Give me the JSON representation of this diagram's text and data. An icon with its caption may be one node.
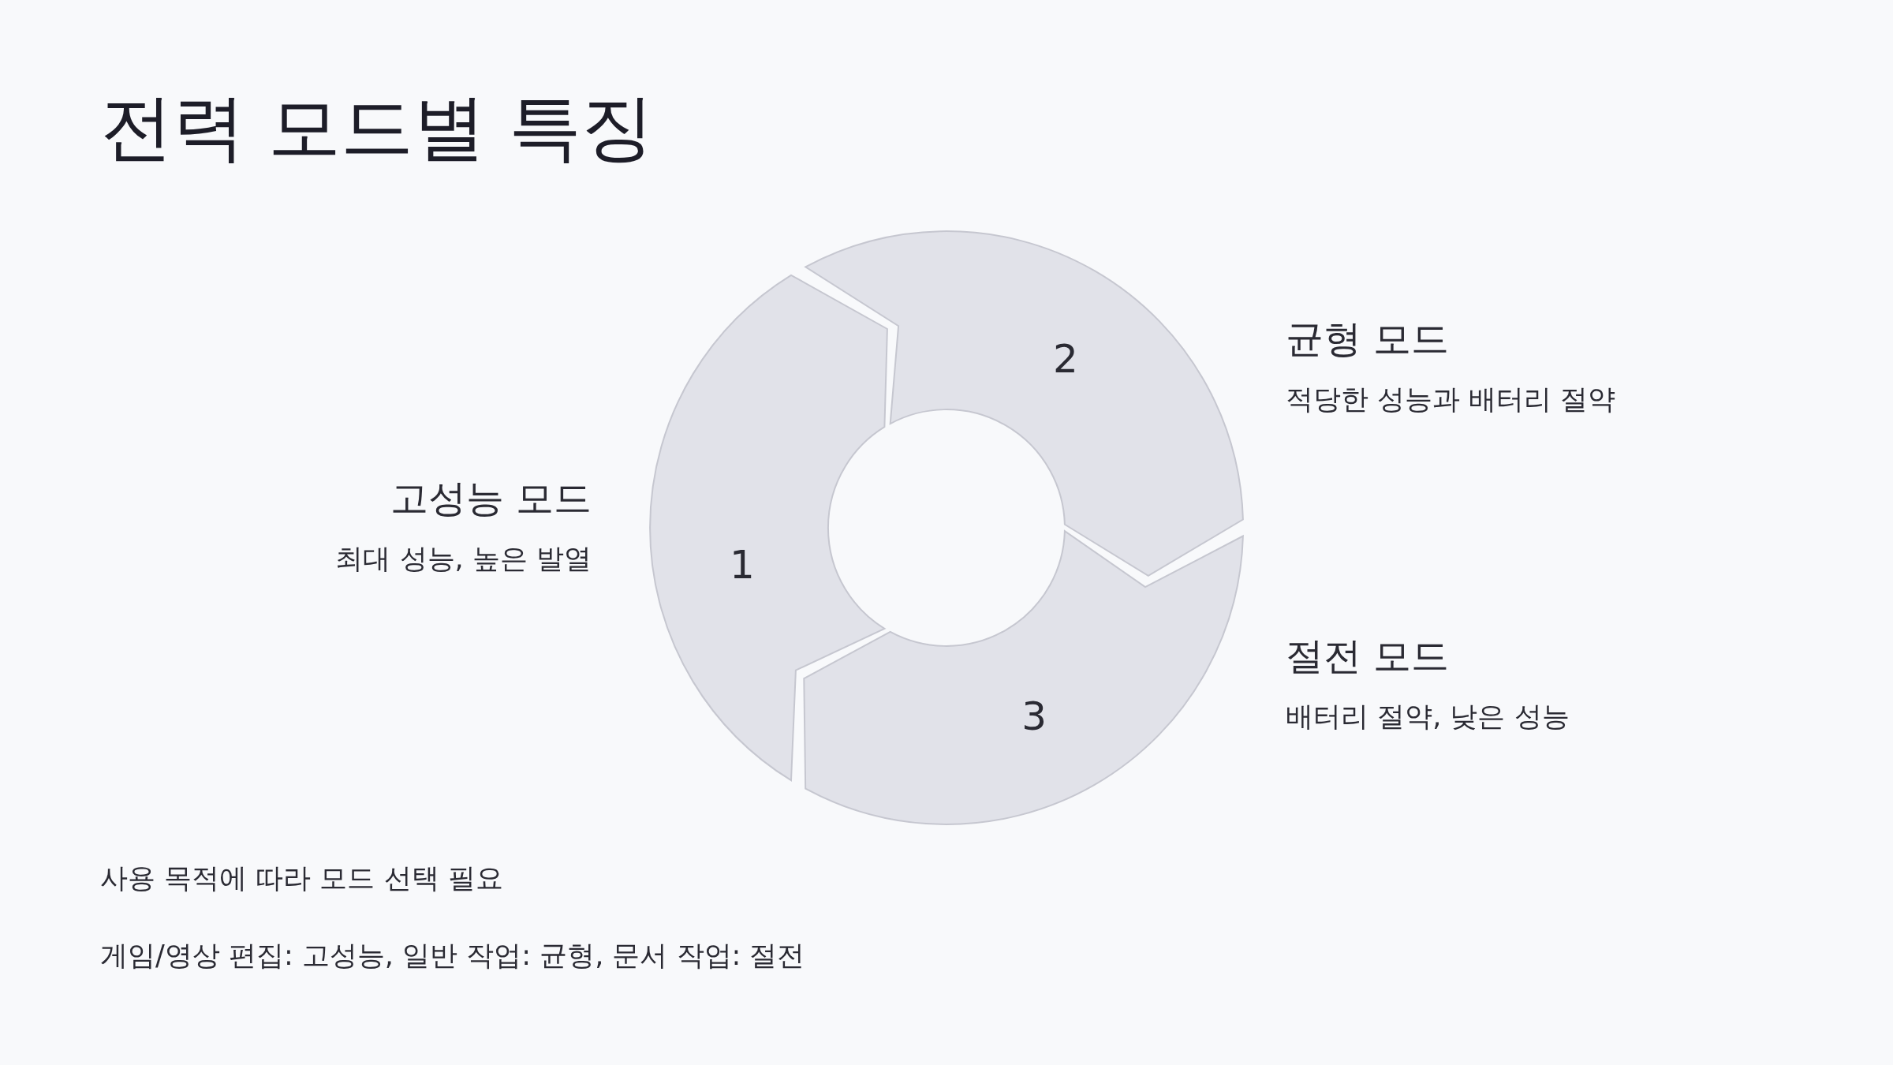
{
  "diagram": {
    "title": "전력 모드별 특징",
    "nodes": [
      {
        "text": [
          "1"
        ],
        "beside": [
          "고성능 모드",
          "최대 성능, 높은 발열"
        ]
      },
      {
        "text": [
          "2"
        ],
        "beside": [
          "균형 모드",
          "적당한 성능과 배터리 절약"
        ]
      },
      {
        "text": [
          "3"
        ],
        "beside": [
          "절전 모드",
          "배터리 절약, 낮은 성능"
        ]
      }
    ],
    "labels": [
      "사용 목적에 따라 모드 선택 필요",
      "게임/영상 편집: 고성능, 일반 작업: 균형, 문서 작업: 절전"
    ]
  }
}
